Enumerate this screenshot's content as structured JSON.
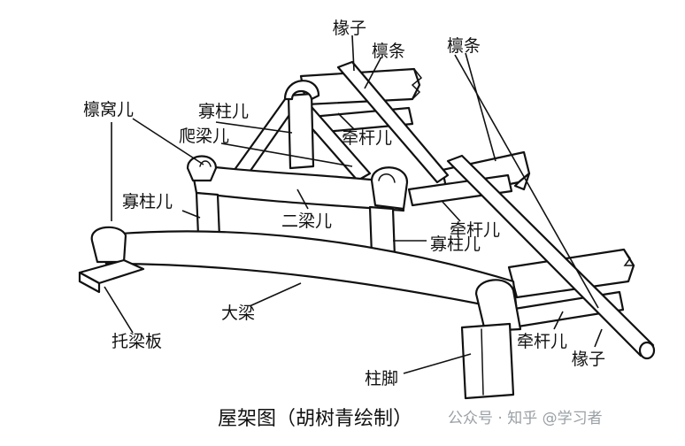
{
  "labels": {
    "rafter_top": "椽子",
    "purlin_top": "檩条",
    "purlin_right": "檩条",
    "purlin_nest": "檩窝儿",
    "post_upper": "寡柱儿",
    "climbing_beam": "爬梁儿",
    "tie_upper": "牵杆儿",
    "post_left": "寡柱儿",
    "second_beam": "二梁儿",
    "tie_middle": "牵杆儿",
    "post_right": "寡柱儿",
    "main_beam": "大梁",
    "beam_pad": "托梁板",
    "column_foot": "柱脚",
    "tie_lower": "牵杆儿",
    "rafter_bottom": "椽子"
  },
  "caption": "屋架图（胡树青绘制）",
  "watermark": "公众号 · 知乎 @学习者"
}
